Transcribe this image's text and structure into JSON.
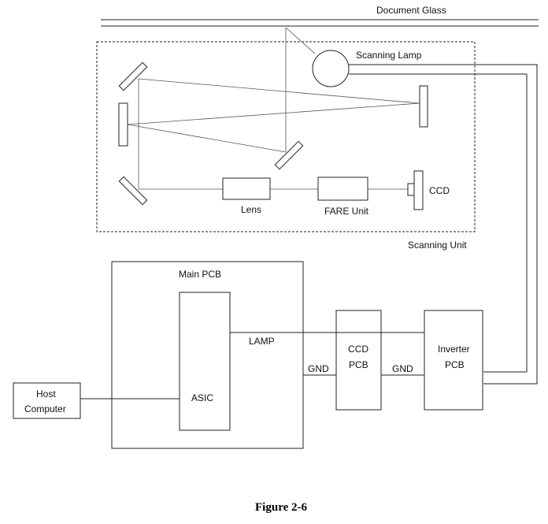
{
  "labels": {
    "document_glass": "Document Glass",
    "scanning_lamp": "Scanning Lamp",
    "ccd": "CCD",
    "lens": "Lens",
    "fare_unit": "FARE Unit",
    "scanning_unit": "Scanning Unit",
    "main_pcb": "Main PCB",
    "lamp": "LAMP",
    "asic": "ASIC",
    "gnd_left": "GND",
    "ccd_pcb_line1": "CCD",
    "ccd_pcb_line2": "PCB",
    "gnd_right": "GND",
    "inverter_line1": "Inverter",
    "inverter_line2": "PCB",
    "host_line1": "Host",
    "host_line2": "Computer"
  },
  "caption": "Figure 2-6"
}
